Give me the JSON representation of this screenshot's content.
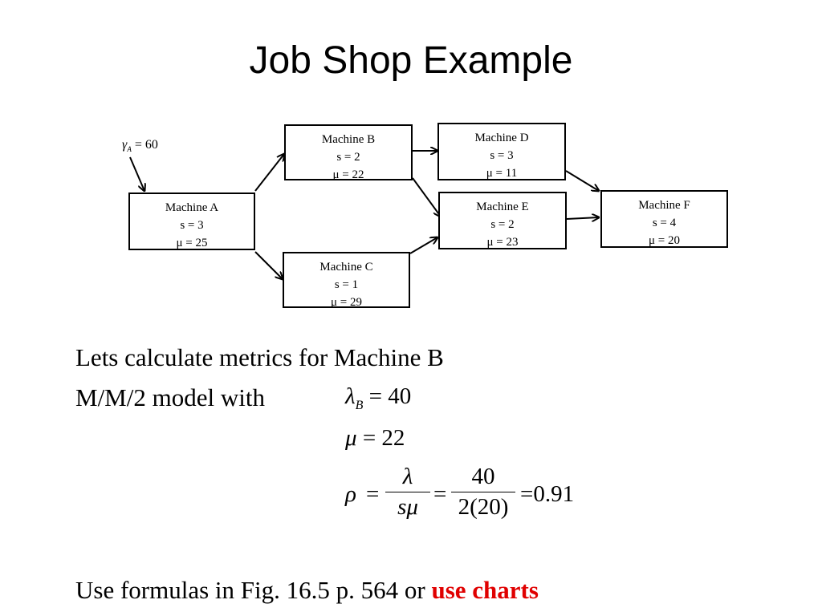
{
  "title": "Job Shop Example",
  "diagram": {
    "arrival": {
      "symbol": "γ",
      "subscript": "A",
      "value": "= 60"
    },
    "machines": [
      {
        "id": "A",
        "name": "Machine A",
        "s": "s = 3",
        "mu": "μ = 25"
      },
      {
        "id": "B",
        "name": "Machine B",
        "s": "s = 2",
        "mu": "μ = 22"
      },
      {
        "id": "C",
        "name": "Machine C",
        "s": "s = 1",
        "mu": "μ = 29"
      },
      {
        "id": "D",
        "name": "Machine D",
        "s": "s = 3",
        "mu": "μ = 11"
      },
      {
        "id": "E",
        "name": "Machine E",
        "s": "s = 2",
        "mu": "μ = 23"
      },
      {
        "id": "F",
        "name": "Machine F",
        "s": "s = 4",
        "mu": "μ = 20"
      }
    ]
  },
  "text": {
    "line1": "Lets calculate metrics for Machine B",
    "line2": "M/M/2 model with",
    "bottom_prefix": "Use formulas in Fig. 16.5 p. 564 or ",
    "bottom_highlight": "use charts"
  },
  "equations": {
    "lambda": {
      "symbol": "λ",
      "subscript": "B",
      "rhs": "= 40"
    },
    "mu": {
      "symbol": "μ",
      "rhs": "= 22"
    },
    "rho": {
      "symbol": "ρ",
      "eq1": "=",
      "frac1_num": "λ",
      "frac1_den": "sμ",
      "eq2": "=",
      "frac2_num": "40",
      "frac2_den": "2(20)",
      "result": "=0.91"
    }
  },
  "colors": {
    "accent": "#e00000",
    "text": "#000000",
    "background": "#ffffff"
  }
}
